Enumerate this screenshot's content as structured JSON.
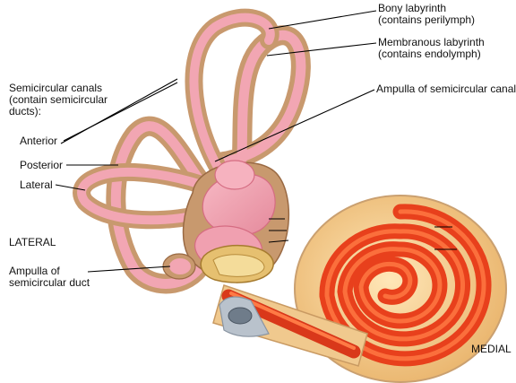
{
  "colors": {
    "bony": "#c8996e",
    "bony_dark": "#9a6a44",
    "membrane": "#f2a6b3",
    "membrane_dark": "#d56c82",
    "cochlea_outer": "#f3c98a",
    "cochlea_inner": "#e8401c",
    "cochlea_stripe": "#b82a10",
    "duct_gray": "#b9c2cc",
    "leader": "#000000"
  },
  "labels": {
    "bony_labyrinth": "Bony labyrinth",
    "bony_labyrinth_note": "(contains perilymph)",
    "membranous_labyrinth": "Membranous labyrinth",
    "membranous_labyrinth_note": "(contains endolymph)",
    "semicircular_canals": "Semicircular canals",
    "semicircular_canals_note1": "(contain semicircular",
    "semicircular_canals_note2": "ducts):",
    "anterior": "Anterior",
    "posterior": "Posterior",
    "lateral_canal": "Lateral",
    "ampulla_canal": "Ampulla of semicircular canal",
    "lateral_side": "LATERAL",
    "ampulla_duct1": "Ampulla of",
    "ampulla_duct2": "semicircular duct",
    "medial_side": "MEDIAL"
  }
}
